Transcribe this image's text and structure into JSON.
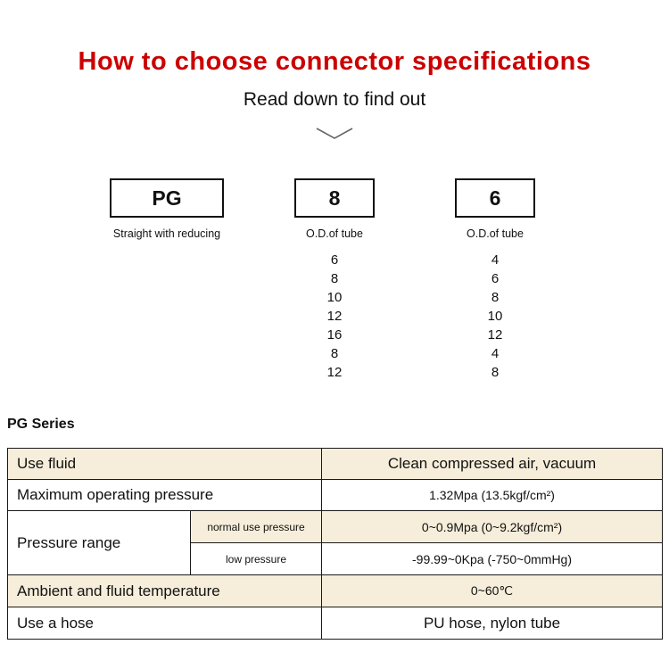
{
  "header": {
    "title": "How to choose connector specifications",
    "subtitle": "Read down to find out"
  },
  "colors": {
    "title_red": "#cc0000",
    "row_beige": "#f6eeda",
    "border": "#1a1a1a"
  },
  "selector": {
    "boxes": [
      {
        "code": "PG",
        "label": "Straight with reducing",
        "options": []
      },
      {
        "code": "8",
        "label": "O.D.of tube",
        "options": [
          "6",
          "8",
          "10",
          "12",
          "16",
          "8",
          "12"
        ]
      },
      {
        "code": "6",
        "label": "O.D.of  tube",
        "options": [
          "4",
          "6",
          "8",
          "10",
          "12",
          "4",
          "8"
        ]
      }
    ]
  },
  "series": {
    "label": "PG Series"
  },
  "table": {
    "use_fluid": {
      "label": "Use fluid",
      "value": "Clean compressed air, vacuum"
    },
    "max_pressure": {
      "label": "Maximum operating pressure",
      "value": "1.32Mpa  (13.5kgf/cm²)"
    },
    "pressure_range": {
      "label": "Pressure range",
      "normal": {
        "label": "normal use pressure",
        "value": "0~0.9Mpa  (0~9.2kgf/cm²)"
      },
      "low": {
        "label": "low pressure",
        "value": "-99.99~0Kpa  (-750~0mmHg)"
      }
    },
    "temperature": {
      "label": "Ambient and fluid temperature",
      "value": "0~60℃"
    },
    "hose": {
      "label": "Use a hose",
      "value": "PU hose, nylon tube"
    }
  }
}
